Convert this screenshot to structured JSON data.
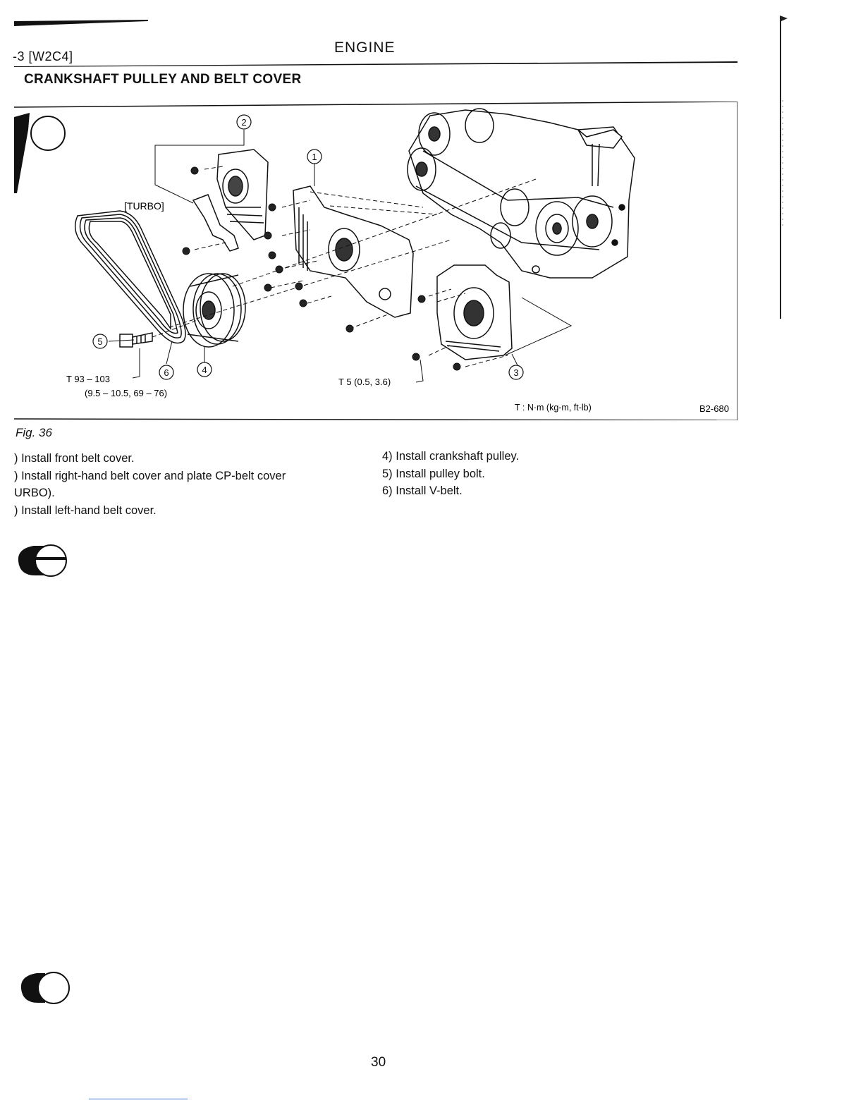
{
  "header": {
    "section_code": "-3 [W2C4]",
    "title": "ENGINE"
  },
  "section_title": "CRANKSHAFT PULLEY AND BELT COVER",
  "figure": {
    "callouts": [
      "①",
      "②",
      "③",
      "④",
      "⑤",
      "⑥"
    ],
    "turbo_label": "[TURBO]",
    "torque_left_line1": "T  93 – 103",
    "torque_left_line2": "(9.5 – 10.5, 69 – 76)",
    "torque_right": "T  5 (0.5, 3.6)",
    "units_legend": "T  :  N·m (kg-m, ft-lb)",
    "figure_code": "B2-680"
  },
  "fig_caption": "Fig. 36",
  "steps_left": [
    ") Install front belt cover.",
    ") Install right-hand belt cover and plate CP-belt cover",
    "URBO).",
    ") Install left-hand belt cover."
  ],
  "steps_right": [
    "4)  Install crankshaft pulley.",
    "5)  Install pulley bolt.",
    "6)  Install V-belt."
  ],
  "page_number": "30"
}
